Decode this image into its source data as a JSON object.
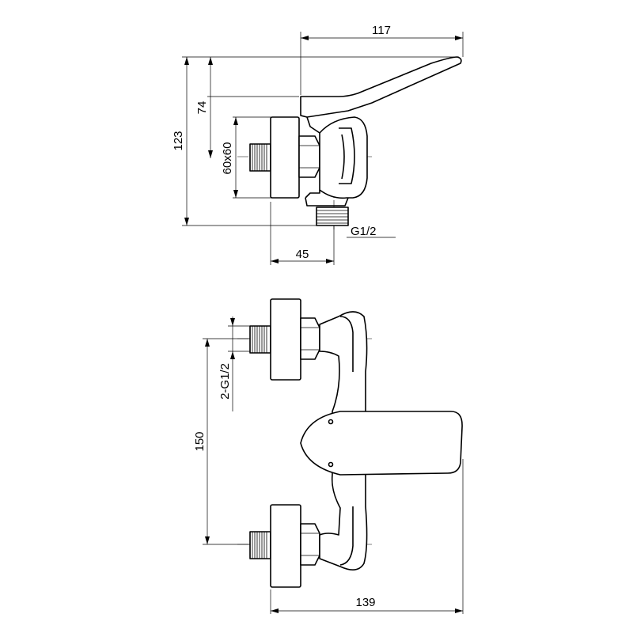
{
  "side_view": {
    "dim_length": "117",
    "dim_total_height": "123",
    "dim_lever_height": "74",
    "dim_body": "60x60",
    "dim_depth": "45",
    "outlet_thread": "G1/2"
  },
  "front_view": {
    "inlet_thread": "2-G1/2",
    "dim_centers": "150",
    "dim_width": "139"
  }
}
